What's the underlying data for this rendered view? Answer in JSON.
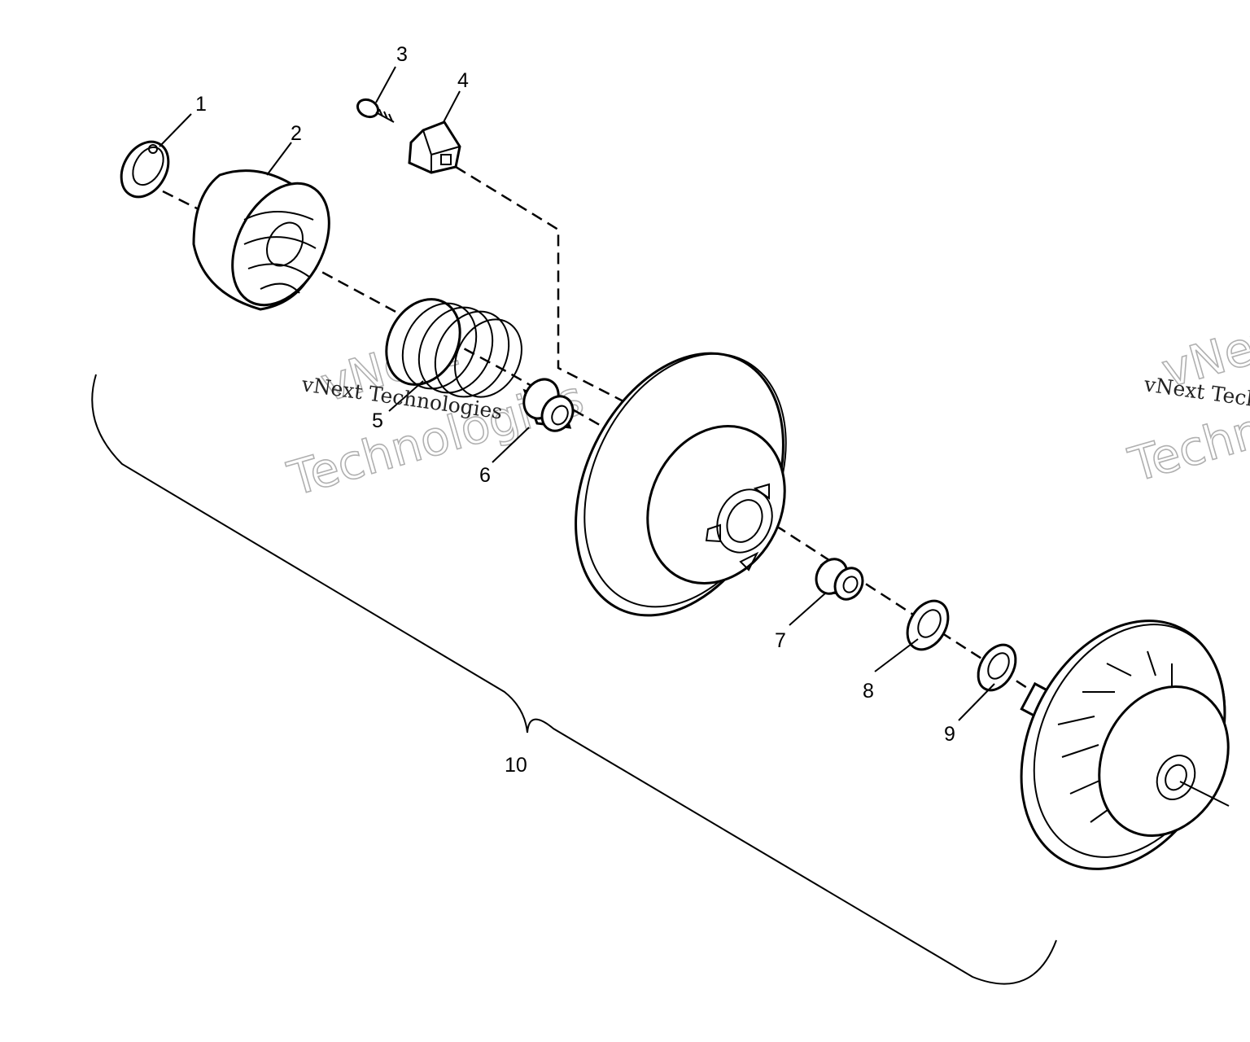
{
  "diagram": {
    "callouts": [
      "1",
      "2",
      "3",
      "4",
      "5",
      "6",
      "7",
      "8",
      "9",
      "10"
    ],
    "watermark": {
      "text_line": "vNext Technologies",
      "outline_word_1": "vNext",
      "outline_word_2": "Technologies"
    }
  }
}
